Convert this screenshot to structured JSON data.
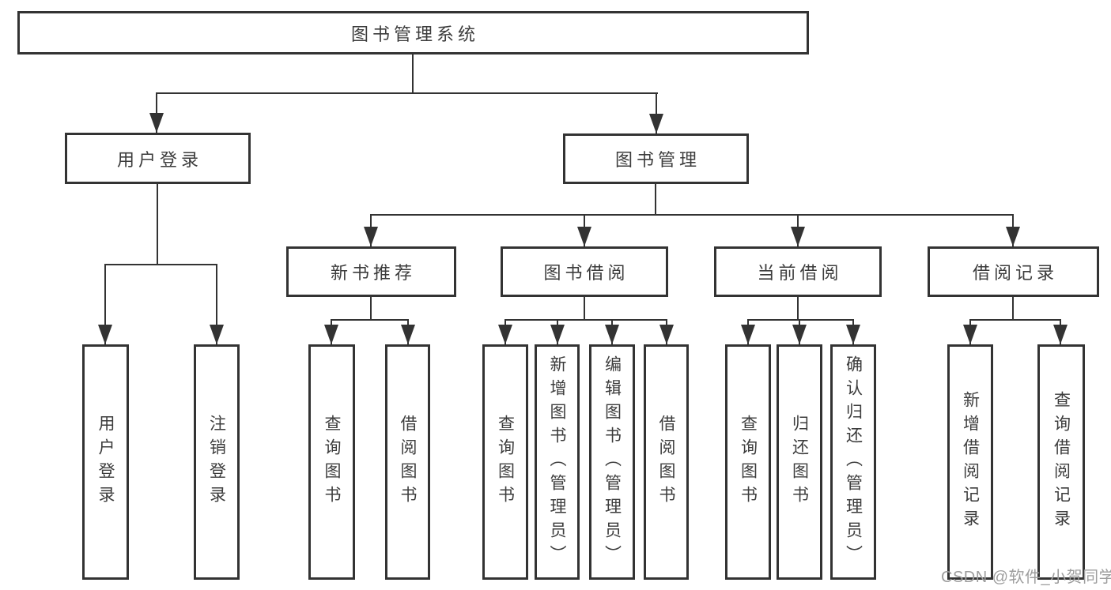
{
  "diagram": {
    "title": "图书管理系统",
    "watermark": "CSDN @软件_小贺同学",
    "colors": {
      "line": "#333333",
      "text": "#3c3c3c",
      "background": "#ffffff",
      "watermark": "#9e9e9e"
    },
    "nodes": {
      "root": {
        "label": "图书管理系统"
      },
      "user_login": {
        "label": "用户登录"
      },
      "book_mgmt": {
        "label": "图书管理"
      },
      "new_book_rec": {
        "label": "新书推荐"
      },
      "book_borrow": {
        "label": "图书借阅"
      },
      "current_borrow": {
        "label": "当前借阅"
      },
      "borrow_record": {
        "label": "借阅记录"
      },
      "leaf_user_login": {
        "label": "用户登录"
      },
      "leaf_logout": {
        "label": "注销登录"
      },
      "leaf_query_book_rec": {
        "label": "查询图书"
      },
      "leaf_borrow_book_rec": {
        "label": "借阅图书"
      },
      "leaf_query_book_borrow": {
        "label": "查询图书"
      },
      "leaf_add_book": {
        "label": "新增图书（管理员）"
      },
      "leaf_edit_book": {
        "label": "编辑图书（管理员）"
      },
      "leaf_borrow_book_borrow": {
        "label": "借阅图书"
      },
      "leaf_query_book_current": {
        "label": "查询图书"
      },
      "leaf_return_book": {
        "label": "归还图书"
      },
      "leaf_confirm_return": {
        "label": "确认归还（管理员）"
      },
      "leaf_add_borrow_record": {
        "label": "新增借阅记录"
      },
      "leaf_query_borrow_record": {
        "label": "查询借阅记录"
      }
    },
    "structure": {
      "root_children": [
        "用户登录",
        "图书管理"
      ],
      "user_login_children": [
        "用户登录",
        "注销登录"
      ],
      "book_mgmt_children": [
        "新书推荐",
        "图书借阅",
        "当前借阅",
        "借阅记录"
      ],
      "new_book_rec_children": [
        "查询图书",
        "借阅图书"
      ],
      "book_borrow_children": [
        "查询图书",
        "新增图书（管理员）",
        "编辑图书（管理员）",
        "借阅图书"
      ],
      "current_borrow_children": [
        "查询图书",
        "归还图书",
        "确认归还（管理员）"
      ],
      "borrow_record_children": [
        "新增借阅记录",
        "查询借阅记录"
      ]
    }
  }
}
